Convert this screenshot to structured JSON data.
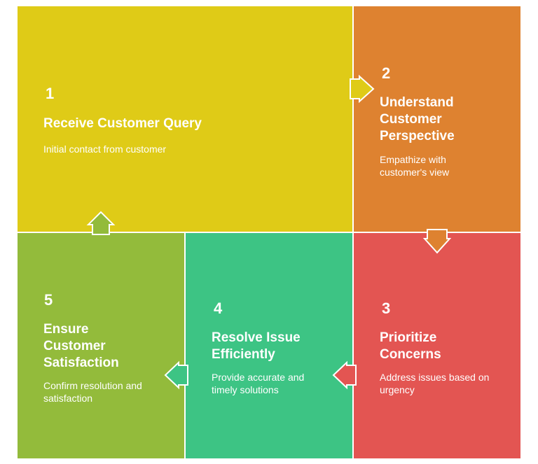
{
  "colors": {
    "step1": "#dfcb17",
    "step2": "#de8230",
    "step3": "#e35552",
    "step4": "#3dc484",
    "step5": "#93bb3b"
  },
  "steps": [
    {
      "number": "1",
      "title": "Receive Customer Query",
      "description": "Initial contact from customer"
    },
    {
      "number": "2",
      "title": "Understand Customer Perspective",
      "description": "Empathize with customer's view"
    },
    {
      "number": "3",
      "title": "Prioritize Concerns",
      "description": "Address issues based on urgency"
    },
    {
      "number": "4",
      "title": "Resolve Issue Efficiently",
      "description": "Provide accurate and timely solutions"
    },
    {
      "number": "5",
      "title": "Ensure Customer Satisfaction",
      "description": "Confirm resolution and satisfaction"
    }
  ]
}
